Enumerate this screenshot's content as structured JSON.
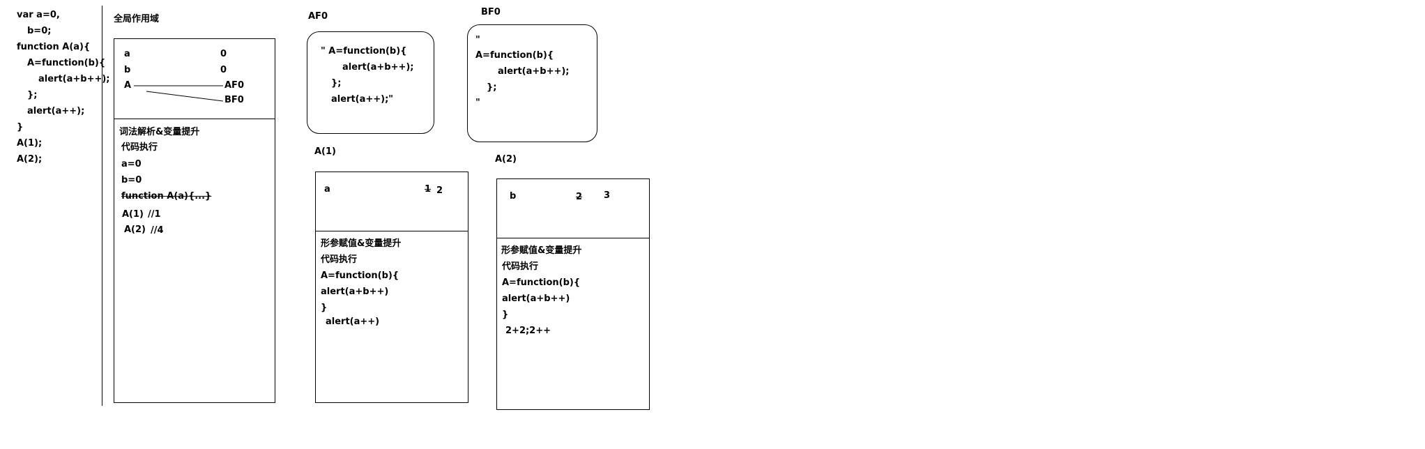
{
  "code": {
    "lines": [
      "var a=0,",
      "b=0;",
      "function A(a){",
      "A=function(b){",
      "alert(a+b++);",
      "};",
      "alert(a++);",
      "}",
      "A(1);",
      "A(2);"
    ]
  },
  "global": {
    "title": "全局作用域",
    "vars": [
      {
        "name": "a",
        "value": "0"
      },
      {
        "name": "b",
        "value": "0"
      },
      {
        "name": "A"
      }
    ],
    "refs": [
      "AF0",
      "BF0"
    ],
    "steps": [
      "词法解析&变量提升",
      "代码执行",
      "a=0",
      "b=0",
      "function A(a){...}"
    ],
    "calls": [
      {
        "call": "A(1)",
        "result": "//1"
      },
      {
        "call": "A(2)",
        "result": "//4"
      }
    ]
  },
  "af0": {
    "title": "AF0",
    "lines": [
      "\" A=function(b){",
      "alert(a+b++);",
      "};",
      "alert(a++);\""
    ]
  },
  "bf0": {
    "title": "BF0",
    "lines": [
      "\"",
      "A=function(b){",
      "alert(a+b++);",
      "};",
      "\""
    ]
  },
  "a1": {
    "title": "A(1)",
    "var": "a",
    "old": "1",
    "new": "2",
    "steps": [
      "形参赋值&变量提升",
      "代码执行",
      "A=function(b){",
      "alert(a+b++)",
      "}",
      "alert(a++)"
    ]
  },
  "a2": {
    "title": "A(2)",
    "var": "b",
    "old": "2",
    "new": "3",
    "steps": [
      "形参赋值&变量提升",
      "代码执行",
      "A=function(b){",
      "alert(a+b++)",
      "}",
      "2+2;2++"
    ]
  }
}
